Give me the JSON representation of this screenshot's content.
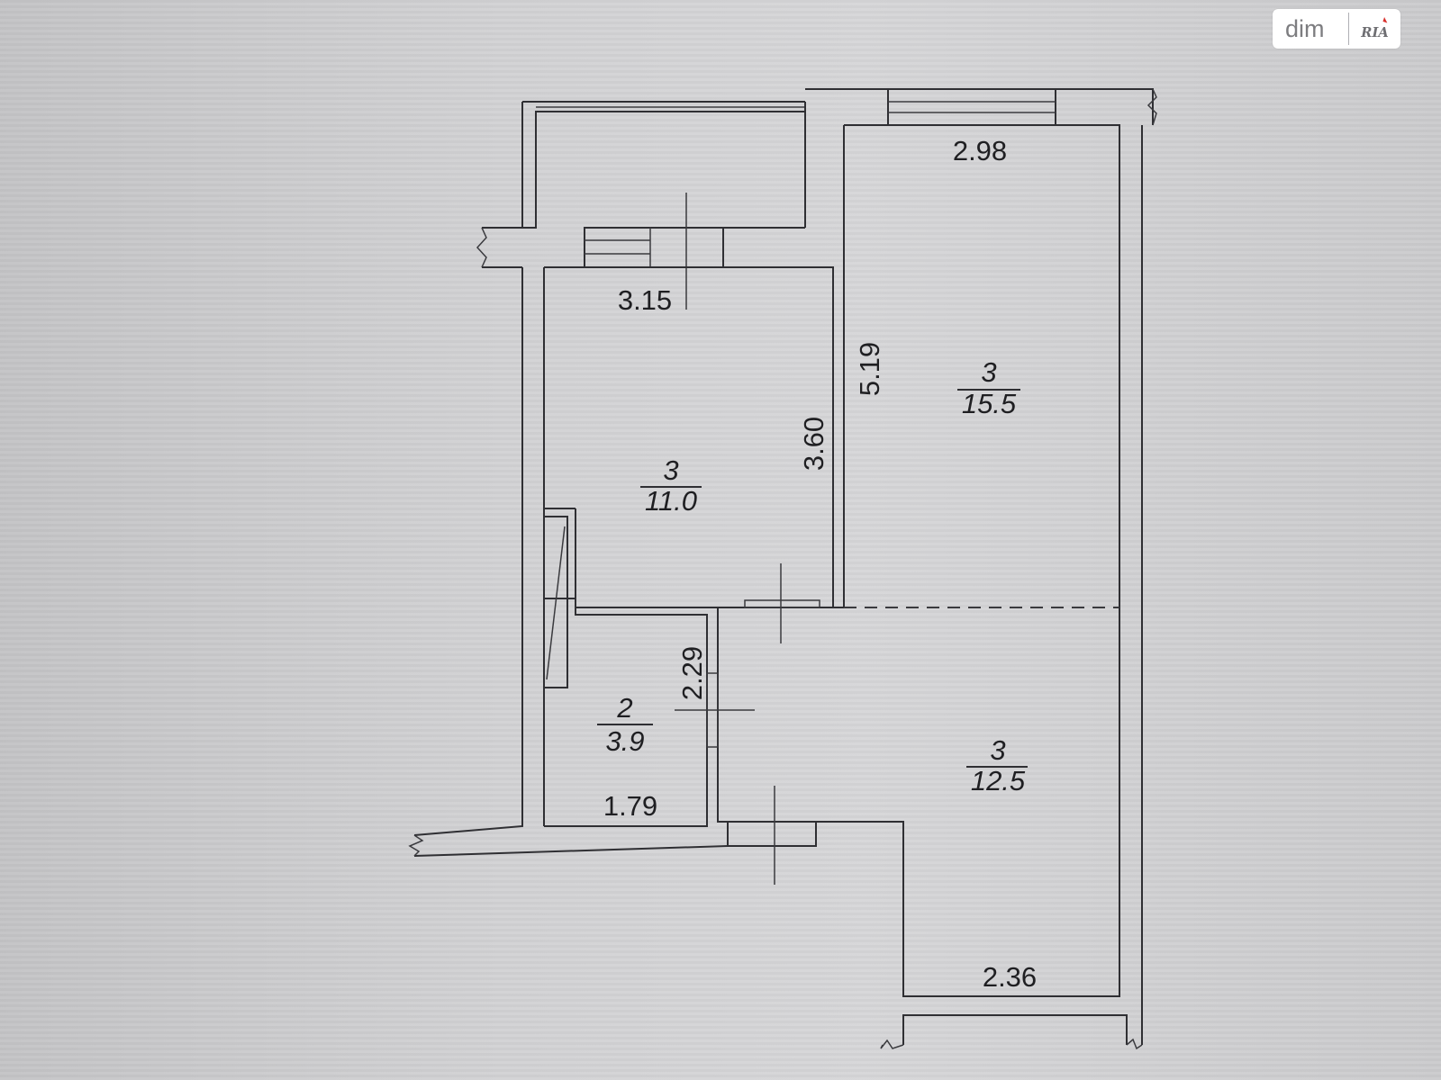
{
  "watermark": {
    "brand_text": "dim",
    "brand_mark": "RIA"
  },
  "rooms": {
    "top_room": {
      "type": "3",
      "area": "15.5"
    },
    "mid_room": {
      "type": "3",
      "area": "11.0"
    },
    "small_room": {
      "type": "2",
      "area": "3.9"
    },
    "low_room": {
      "type": "3",
      "area": "12.5"
    }
  },
  "dimensions": {
    "top_width": "2.98",
    "room_width": "3.15",
    "vertical_long": "5.19",
    "vertical_mid": "3.60",
    "vertical_small": "2.29",
    "small_width": "1.79",
    "bottom_width": "2.36"
  }
}
